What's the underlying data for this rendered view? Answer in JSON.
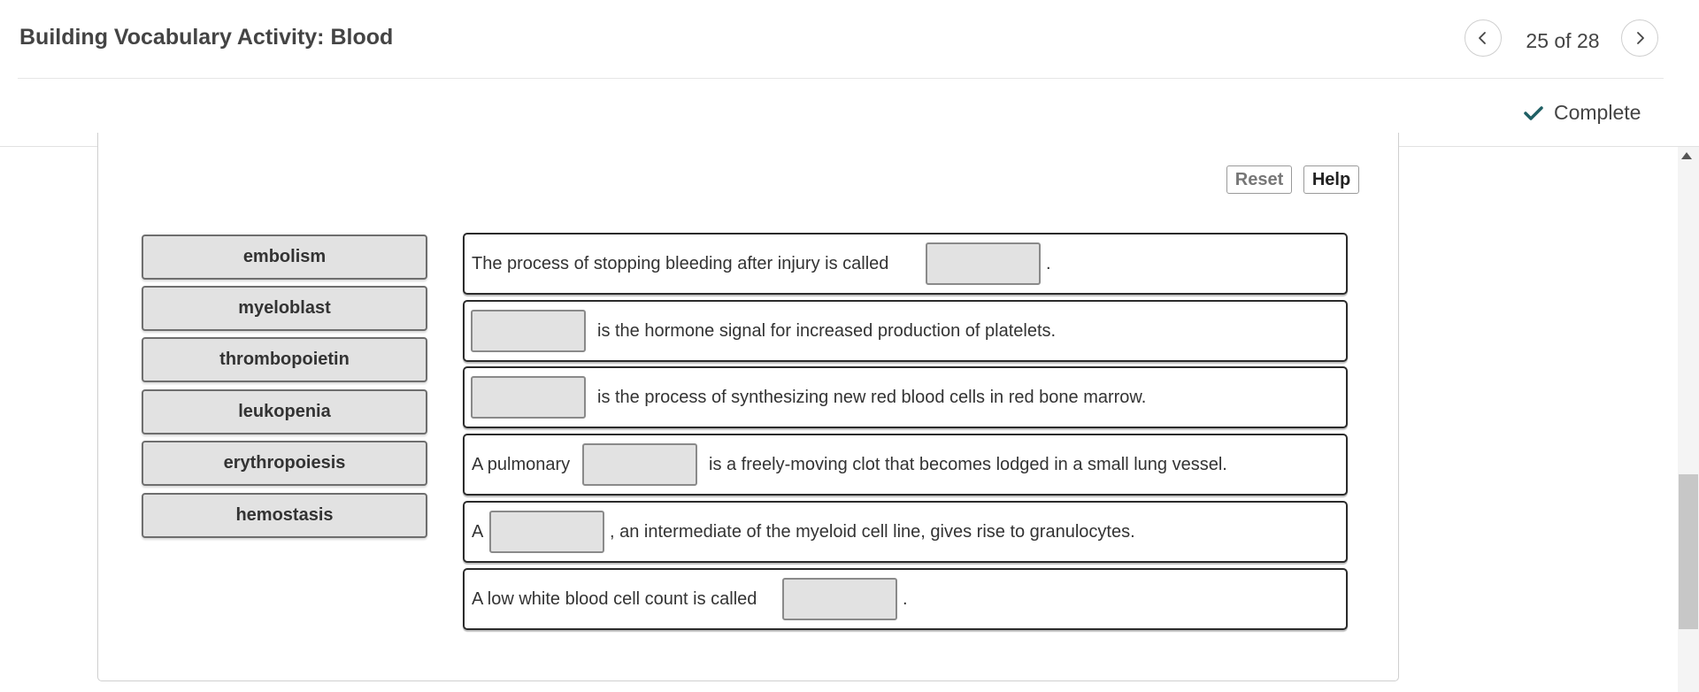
{
  "header": {
    "title": "Building Vocabulary Activity: Blood",
    "page_counter": "25 of 28",
    "status": "Complete"
  },
  "icons": {
    "prev": "chevron-left-icon",
    "next": "chevron-right-icon",
    "status": "checkmark-icon",
    "status_color": "#1f5f64"
  },
  "toolbar": {
    "reset_label": "Reset",
    "help_label": "Help"
  },
  "terms": [
    "embolism",
    "myeloblast",
    "thrombopoietin",
    "leukopenia",
    "erythropoiesis",
    "hemostasis"
  ],
  "sentences": [
    {
      "before": "The process of stopping bleeding after injury is called",
      "after": "."
    },
    {
      "before": "",
      "after": "is the hormone signal for increased production of platelets."
    },
    {
      "before": "",
      "after": "is the process of synthesizing new red blood cells in red bone marrow."
    },
    {
      "before": "A pulmonary",
      "after": "is a freely-moving clot that becomes lodged in a small lung vessel."
    },
    {
      "before": "A",
      "after": ", an intermediate of the myeloid cell line, gives rise to granulocytes."
    },
    {
      "before": "A low white blood cell count is called",
      "after": "."
    }
  ]
}
